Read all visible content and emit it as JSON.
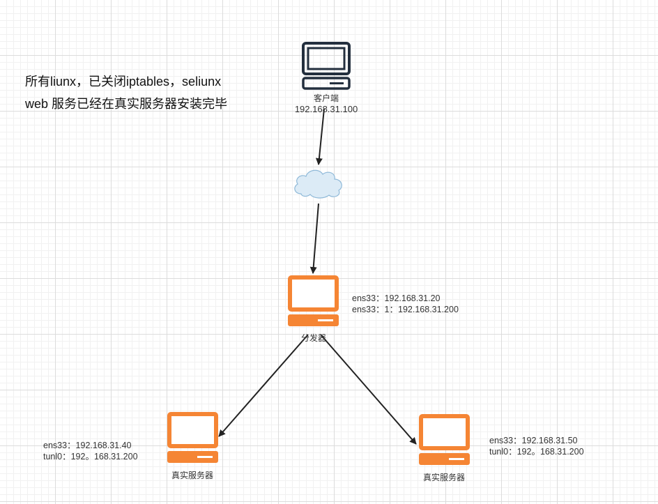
{
  "note": {
    "line1": "所有liunx，已关闭iptables，seliunx",
    "line2": "web 服务已经在真实服务器安装完毕"
  },
  "client": {
    "name": "客户端",
    "ip": "192.168.31.100",
    "color": "#232f3e"
  },
  "director": {
    "name": "分发器",
    "addr1": "ens33：192.168.31.20",
    "addr2": "ens33：1：192.168.31.200",
    "color": "#f58534"
  },
  "real_server_1": {
    "name": "真实服务器",
    "addr1": "ens33：192.168.31.40",
    "addr2": "tunl0：192。168.31.200",
    "color": "#f58534"
  },
  "real_server_2": {
    "name": "真实服务器",
    "addr1": "ens33：192.168.31.50",
    "addr2": "tunl0：192。168.31.200",
    "color": "#f58534"
  },
  "cloud": {
    "icon": "cloud-icon",
    "color": "#dcebf6"
  },
  "edges": [
    {
      "from": "client",
      "to": "cloud"
    },
    {
      "from": "cloud",
      "to": "director"
    },
    {
      "from": "director",
      "to": "real_server_1"
    },
    {
      "from": "director",
      "to": "real_server_2"
    }
  ]
}
